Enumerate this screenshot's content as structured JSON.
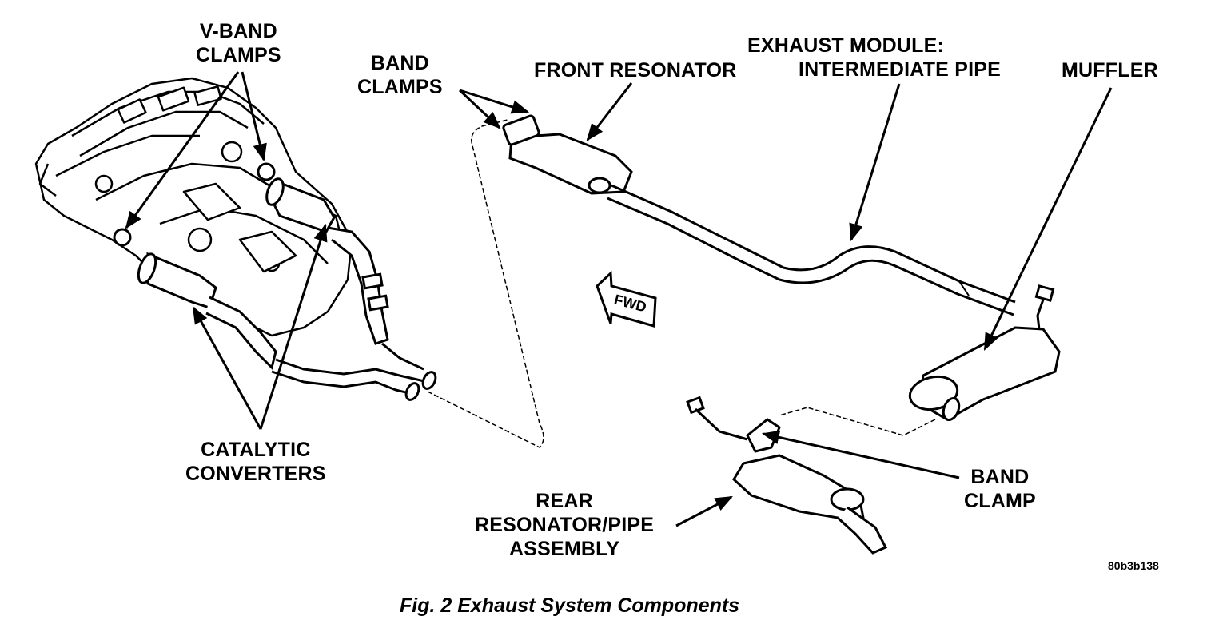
{
  "labels": {
    "v_band_clamps": [
      "V-BAND",
      "CLAMPS"
    ],
    "band_clamps_front": [
      "BAND",
      "CLAMPS"
    ],
    "front_resonator": "FRONT RESONATOR",
    "exhaust_module": [
      "EXHAUST MODULE:",
      "INTERMEDIATE PIPE"
    ],
    "muffler": "MUFFLER",
    "catalytic_converters": [
      "CATALYTIC",
      "CONVERTERS"
    ],
    "band_clamp_rear": [
      "BAND",
      "CLAMP"
    ],
    "rear_resonator": [
      "REAR",
      "RESONATOR/PIPE",
      "ASSEMBLY"
    ]
  },
  "fwd_arrow": "FWD",
  "reference_code": "80b3b138",
  "caption": "Fig. 2 Exhaust System Components"
}
